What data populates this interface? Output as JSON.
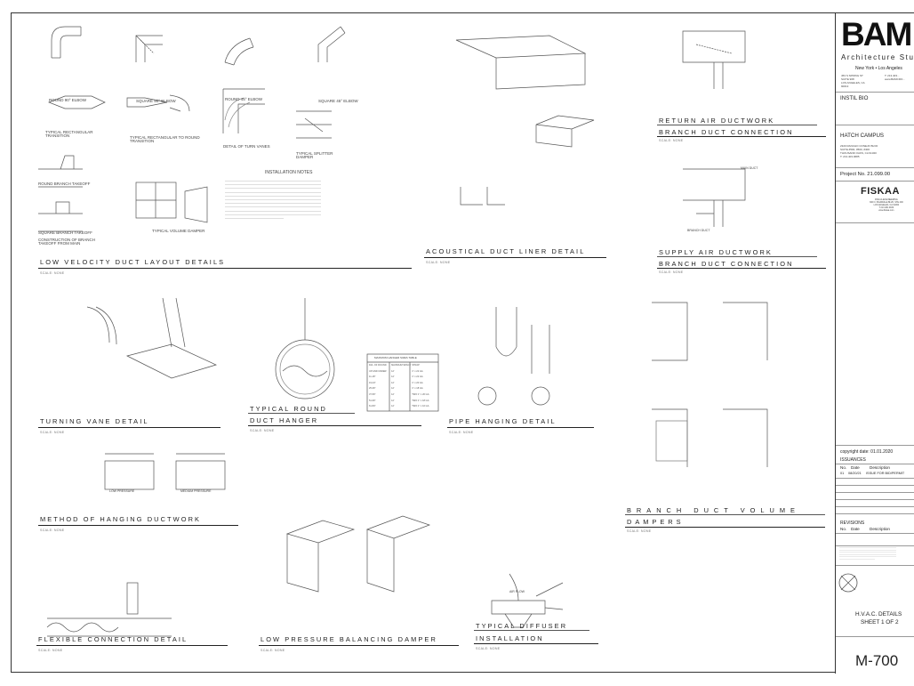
{
  "sections": {
    "low_velocity": {
      "title": "LOW VELOCITY DUCT LAYOUT DETAILS",
      "scale": "SCALE: NONE"
    },
    "acoustical": {
      "title": "ACOUSTICAL DUCT LINER DETAIL",
      "scale": "SCALE: NONE"
    },
    "return_air": {
      "title1": "RETURN AIR DUCTWORK",
      "title2": "BRANCH DUCT CONNECTION",
      "scale": "SCALE: NONE"
    },
    "supply_air": {
      "title1": "SUPPLY AIR DUCTWORK",
      "title2": "BRANCH DUCT CONNECTION",
      "scale": "SCALE: NONE"
    },
    "turning_vane": {
      "title": "TURNING VANE DETAIL",
      "scale": "SCALE: NONE"
    },
    "round_hanger": {
      "title1": "TYPICAL ROUND",
      "title2": "DUCT HANGER",
      "scale": "SCALE: NONE"
    },
    "pipe_hanging": {
      "title": "PIPE HANGING DETAIL",
      "scale": "SCALE: NONE"
    },
    "method_hanging": {
      "title": "METHOD OF HANGING DUCTWORK",
      "scale": "SCALE: NONE"
    },
    "branch_volume": {
      "title1": "BRANCH DUCT VOLUME",
      "title2": "DAMPERS",
      "scale": "SCALE: NONE"
    },
    "flexible": {
      "title": "FLEXIBLE CONNECTION DETAIL",
      "scale": "SCALE: NONE"
    },
    "low_pressure": {
      "title": "LOW PRESSURE BALANCING DAMPER",
      "scale": "SCALE: NONE"
    },
    "diffuser": {
      "title1": "TYPICAL DIFFUSER",
      "title2": "INSTALLATION",
      "scale": "SCALE: NONE"
    }
  },
  "sub_labels": {
    "round_90": "ROUND 90° ELBOW",
    "square_90": "SQUARE 90° ELBOW",
    "round_45": "ROUND 45° ELBOW",
    "square_45": "SQUARE 45° ELBOW",
    "rect_transition": "TYPICAL RECTANGULAR TRANSITION",
    "rect_round": "TYPICAL RECTANGULAR TO ROUND TRANSITION",
    "turn_vanes": "DETAIL OF TURN VANES",
    "splitter": "TYPICAL SPLITTER DAMPER",
    "round_takeoff": "ROUND BRANCH TAKEOFF",
    "volume_damper": "TYPICAL VOLUME DAMPER",
    "square_takeoff": "SQUARE BRANCH TAKEOFF",
    "construction": "CONSTRUCTION OF BRANCH TAKEOFF FROM MAIN",
    "install_notes": "INSTALLATION NOTES",
    "low_pressure": "LOW PRESSURE",
    "medium_pressure": "MEDIUM PRESSURE",
    "main_duct": "MAIN DUCT",
    "branch_duct": "BRANCH DUCT",
    "air_flow": "AIR FLOW"
  },
  "hanger_table": {
    "title": "MAXIMUM HANGER SIZES TABLE",
    "headers": [
      "DIA. OF ROUND",
      "MAXIMUM SPACING",
      "STRAP"
    ],
    "rows": [
      [
        "UP AND UNDER",
        "12'",
        "1\" x 22 GA"
      ],
      [
        "11-18\"",
        "12'",
        "1\" x 22 GA"
      ],
      [
        "19-24\"",
        "12'",
        "1\" x 20 GA"
      ],
      [
        "25-36\"",
        "12'",
        "1\" x 18 GA"
      ],
      [
        "37-50\"",
        "12'",
        "TWO 1\" x 20 GA"
      ],
      [
        "51-60\"",
        "12'",
        "TWO 1\" x 18 GA"
      ],
      [
        "61-84\"",
        "12'",
        "TWO 1\" x 16 GA"
      ]
    ]
  },
  "title_block": {
    "logo": "BAM",
    "firm": "Architecture Studio",
    "cities": "New York • Los Angeles",
    "address": [
      "453 S SPRING ST",
      "SUITE 908",
      "LOS ANGELES, CA",
      "90013"
    ],
    "phone": "T: 213.403...",
    "web": "www.BAMCRO...",
    "client": "INSTIL BIO",
    "project": "HATCH CAMPUS",
    "project_addr": [
      "2320 RANCHO CONEJO BLVD",
      "SUITE #500, #500, #400",
      "THOUSAND OAKS, CA 91320",
      "T: 213.403.0685"
    ],
    "project_no": "Project No. 21.099.00",
    "engineer": "FISKAA",
    "engineer_sub": [
      "FISKAA ENGINEERING",
      "300 N. PALMDALE BLVD, STE 400",
      "LOS ANGELES, CA 91060",
      "T 213.481.0930",
      "www.fiskaa.com"
    ],
    "copyright": "copyright date: 01.01.2020",
    "issuances": "ISSUANCES",
    "iss_headers": [
      "No.",
      "Date",
      "Description"
    ],
    "iss_row": [
      "01",
      "08/20/21",
      "ISSUE FOR BID/PERMIT"
    ],
    "revisions": "REVISIONS",
    "rev_headers": [
      "No.",
      "Date",
      "Description"
    ],
    "sheet_title": "H.V.A.C. DETAILS",
    "sheet_sub": "SHEET 1 OF 2",
    "sheet_no": "M-700"
  }
}
